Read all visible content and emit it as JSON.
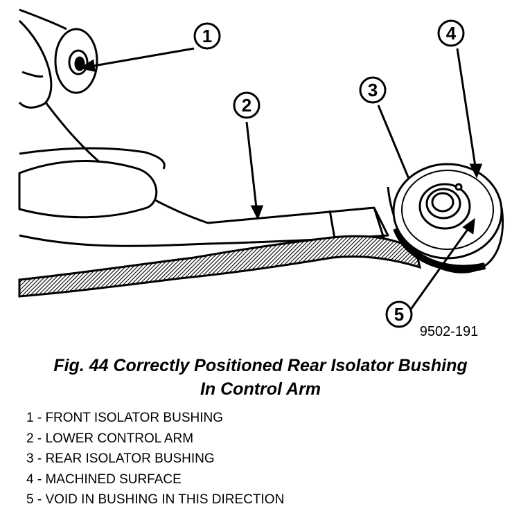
{
  "figure": {
    "code": "9502-191",
    "caption_line1": "Fig. 44 Correctly Positioned Rear Isolator Bushing",
    "caption_line2": "In Control Arm"
  },
  "callouts": [
    {
      "number": "1"
    },
    {
      "number": "2"
    },
    {
      "number": "3"
    },
    {
      "number": "4"
    },
    {
      "number": "5"
    }
  ],
  "legend": [
    {
      "text": "1 - FRONT ISOLATOR BUSHING"
    },
    {
      "text": "2 - LOWER CONTROL ARM"
    },
    {
      "text": "3 - REAR ISOLATOR BUSHING"
    },
    {
      "text": "4 - MACHINED SURFACE"
    },
    {
      "text": "5 - VOID IN BUSHING IN THIS DIRECTION"
    }
  ]
}
